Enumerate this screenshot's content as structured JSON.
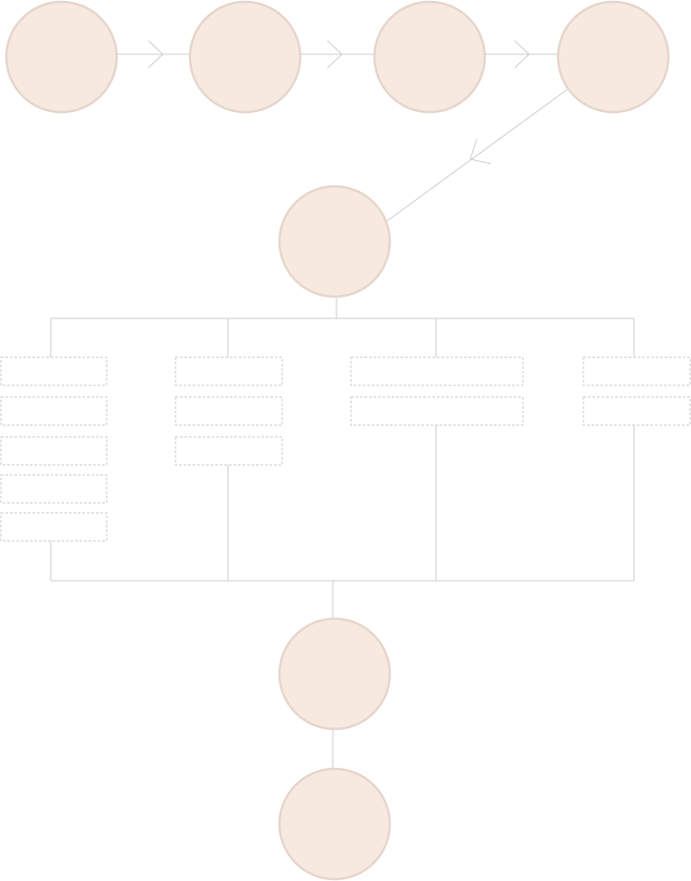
{
  "diagram": {
    "title": "",
    "colors": {
      "node_fill": "#f7e9e0",
      "node_stroke": "#e5d5cc",
      "edge": "#cbcbcb",
      "box_stroke": "#c8c8c8"
    },
    "nodes": [
      {
        "id": "step-1",
        "label": ""
      },
      {
        "id": "step-2",
        "label": ""
      },
      {
        "id": "step-3",
        "label": ""
      },
      {
        "id": "step-4",
        "label": ""
      },
      {
        "id": "hub",
        "label": ""
      },
      {
        "id": "merge",
        "label": ""
      },
      {
        "id": "end",
        "label": ""
      }
    ],
    "edges": [
      {
        "from": "step-1",
        "to": "step-2",
        "arrow": true
      },
      {
        "from": "step-2",
        "to": "step-3",
        "arrow": true
      },
      {
        "from": "step-3",
        "to": "step-4",
        "arrow": true
      },
      {
        "from": "step-4",
        "to": "hub",
        "arrow": true
      },
      {
        "from": "hub",
        "to": "branch-group",
        "arrow": false
      },
      {
        "from": "branch-group",
        "to": "merge",
        "arrow": false
      },
      {
        "from": "merge",
        "to": "end",
        "arrow": false
      }
    ],
    "branches": [
      {
        "id": "branch-1",
        "items": [
          "",
          "",
          "",
          "",
          ""
        ]
      },
      {
        "id": "branch-2",
        "items": [
          "",
          "",
          ""
        ]
      },
      {
        "id": "branch-3",
        "items": [
          "",
          ""
        ]
      },
      {
        "id": "branch-4",
        "items": [
          "",
          ""
        ]
      }
    ]
  }
}
